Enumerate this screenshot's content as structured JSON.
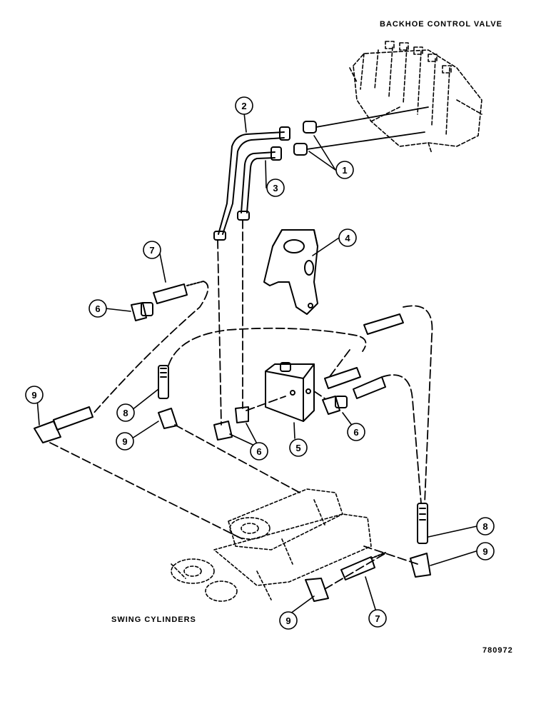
{
  "title_valve": "BACKHOE CONTROL VALVE",
  "title_cylinders": "SWING CYLINDERS",
  "drawing_number": "780972",
  "callouts": [
    "1",
    "2",
    "3",
    "4",
    "5",
    "6",
    "6",
    "6",
    "7",
    "7",
    "8",
    "8",
    "9",
    "9",
    "9",
    "9"
  ]
}
